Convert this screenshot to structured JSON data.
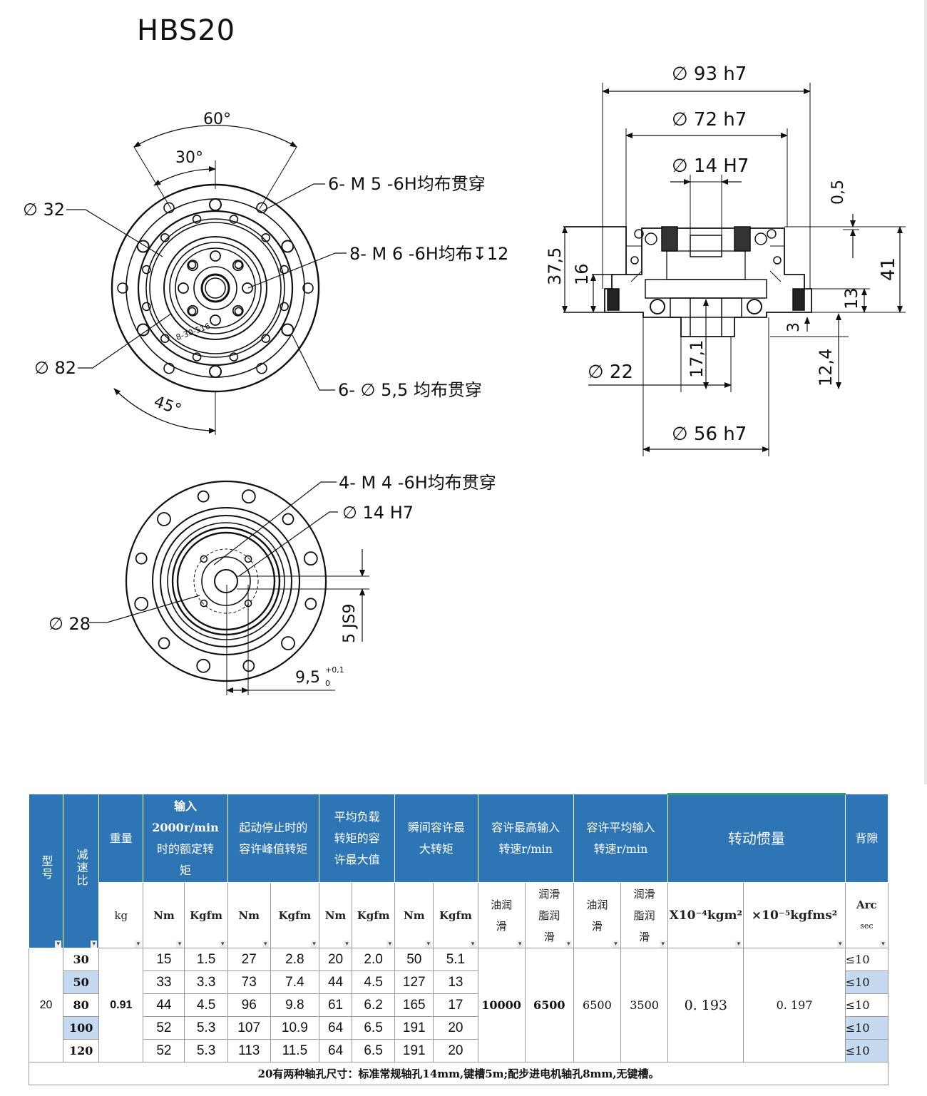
{
  "title": "HBS20",
  "drawing": {
    "front": {
      "angle_60": "60°",
      "angle_30": "30°",
      "angle_45": "45°",
      "callout_m5": "6- M 5 -6H均布贯穿",
      "callout_m6": "8- M 6 -6H均布↧12",
      "callout_d55": "6- ∅ 5,5 均布贯穿",
      "dia_32": "∅ 32",
      "dia_82": "∅ 82",
      "hub_text": "8-30-516"
    },
    "side": {
      "dia_93": "∅ 93 h7",
      "dia_72": "∅ 72 h7",
      "dia_14": "∅ 14 H7",
      "dim_05": "0,5",
      "dim_375": "37,5",
      "dim_16": "16",
      "dim_41": "41",
      "dim_13": "13",
      "dim_3": "3",
      "dia_22": "∅ 22",
      "dim_171": "17,1",
      "dim_124": "12,4",
      "dia_56": "∅ 56 h7"
    },
    "rear": {
      "callout_m4": "4- M 4 -6H均布贯穿",
      "dia_14": "∅ 14 H7",
      "dia_28": "∅ 28",
      "key_width": "5 JS9",
      "key_depth": "9,5",
      "tol_upper": "+0,1",
      "tol_lower": "0"
    }
  },
  "table": {
    "header": {
      "model": "型号",
      "ratio": "减速比",
      "weight": "重量",
      "rated_l1": "输入",
      "rated_l2": "2000r/min",
      "rated_l3": "时的额定转",
      "rated_l4": "矩",
      "peak_l1": "起动停止时的",
      "peak_l2": "容许峰值转矩",
      "avg_l1": "平均负载",
      "avg_l2": "转矩的容",
      "avg_l3": "许最大值",
      "moment_l1": "瞬间容许最",
      "moment_l2": "大转矩",
      "maxspeed_l1": "容许最高输入",
      "maxspeed_l2": "转速r/min",
      "avgspeed_l1": "容许平均输入",
      "avgspeed_l2": "转速r/min",
      "inertia": "转动惯量",
      "backlash": "背隙"
    },
    "units": {
      "kg": "kg",
      "nm": "Nm",
      "kgfm": "Kgfm",
      "oil_l1": "油润",
      "oil_l2": "滑",
      "grease_l1": "润滑",
      "grease_l2": "脂润",
      "grease_l3": "滑",
      "inertia_si": "X10⁻⁴kgm²",
      "inertia_kgf": "×10⁻⁵kgfms²",
      "arc": "Arc",
      "sec": "sec"
    },
    "model": "20",
    "weight": "0.91",
    "rows": [
      {
        "ratio": "30",
        "rated_nm": "15",
        "rated_kgfm": "1.5",
        "peak_nm": "27",
        "peak_kgfm": "2.8",
        "avg_nm": "20",
        "avg_kgfm": "2.0",
        "mom_nm": "50",
        "mom_kgfm": "5.1",
        "backlash": "≤10"
      },
      {
        "ratio": "50",
        "rated_nm": "33",
        "rated_kgfm": "3.3",
        "peak_nm": "73",
        "peak_kgfm": "7.4",
        "avg_nm": "44",
        "avg_kgfm": "4.5",
        "mom_nm": "127",
        "mom_kgfm": "13",
        "backlash": "≤10"
      },
      {
        "ratio": "80",
        "rated_nm": "44",
        "rated_kgfm": "4.5",
        "peak_nm": "96",
        "peak_kgfm": "9.8",
        "avg_nm": "61",
        "avg_kgfm": "6.2",
        "mom_nm": "165",
        "mom_kgfm": "17",
        "backlash": "≤10"
      },
      {
        "ratio": "100",
        "rated_nm": "52",
        "rated_kgfm": "5.3",
        "peak_nm": "107",
        "peak_kgfm": "10.9",
        "avg_nm": "64",
        "avg_kgfm": "6.5",
        "mom_nm": "191",
        "mom_kgfm": "20",
        "backlash": "≤10"
      },
      {
        "ratio": "120",
        "rated_nm": "52",
        "rated_kgfm": "5.3",
        "peak_nm": "113",
        "peak_kgfm": "11.5",
        "avg_nm": "64",
        "avg_kgfm": "6.5",
        "mom_nm": "191",
        "mom_kgfm": "20",
        "backlash": "≤10"
      }
    ],
    "max_speed_oil": "10000",
    "max_speed_grease": "6500",
    "avg_speed_oil": "6500",
    "avg_speed_grease": "3500",
    "inertia_si": "0. 193",
    "inertia_kgf": "0. 197",
    "note": "20有两种轴孔尺寸：标准常规轴孔14mm,键槽5m;配步进电机轴孔8mm,无键槽。"
  }
}
